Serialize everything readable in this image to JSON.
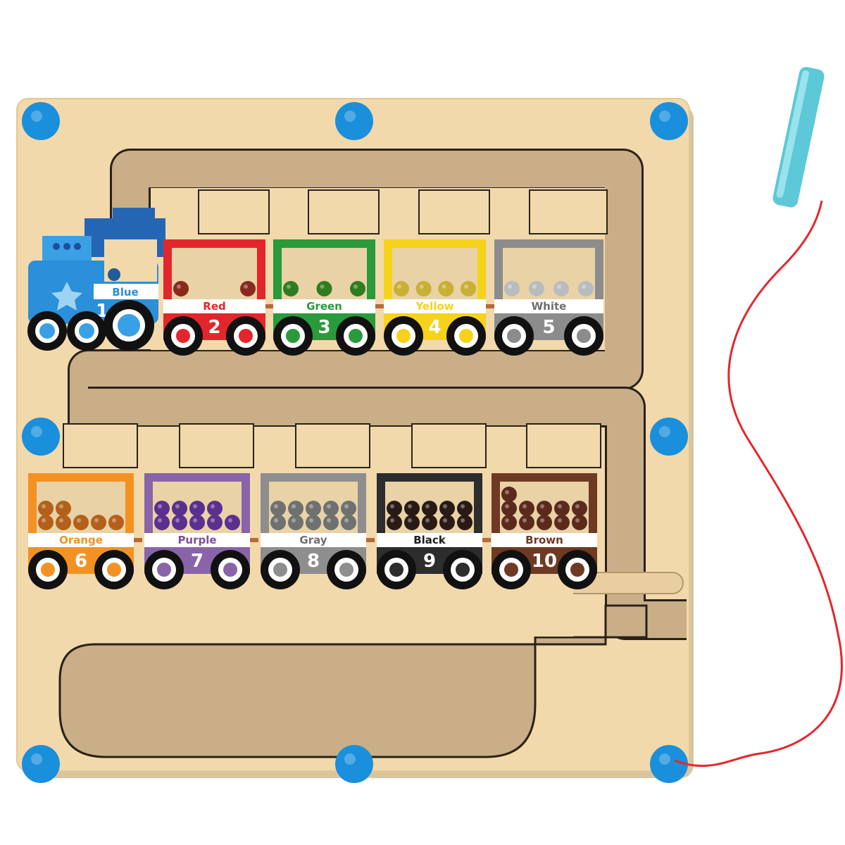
{
  "image": {
    "board_color": "#f2d9ab",
    "groove_color": "#c9ae88",
    "knob_color": "#1a8fdc",
    "pen_color": "#5cc8d8",
    "string_color": "#e4262c"
  },
  "locomotive": {
    "label": "Blue",
    "number": "1",
    "color": "#2b8fd9"
  },
  "cars": [
    {
      "label": "Red",
      "number": "2",
      "color": "#e3262b",
      "bead": "#8a2a1e",
      "beads": 2,
      "text_color": "#e3262b"
    },
    {
      "label": "Green",
      "number": "3",
      "color": "#2a9a3a",
      "bead": "#2f7d20",
      "beads": 3,
      "text_color": "#2a9a3a"
    },
    {
      "label": "Yellow",
      "number": "4",
      "color": "#f6d21a",
      "bead": "#c7b033",
      "beads": 4,
      "text_color": "#f6d21a"
    },
    {
      "label": "White",
      "number": "5",
      "color": "#8c8c8c",
      "bead": "#b9bcbe",
      "beads": 4,
      "text_color": "#6f6f6f"
    },
    {
      "label": "Orange",
      "number": "6",
      "color": "#f39223",
      "bead": "#b4601a",
      "beads": 7,
      "text_color": "#f39223"
    },
    {
      "label": "Purple",
      "number": "7",
      "color": "#8a64a8",
      "bead": "#5b2f8e",
      "beads": 9,
      "text_color": "#7d4f9c"
    },
    {
      "label": "Gray",
      "number": "8",
      "color": "#8e8e8e",
      "bead": "#6f7070",
      "beads": 10,
      "text_color": "#6f6f6f"
    },
    {
      "label": "Black",
      "number": "9",
      "color": "#2d2d2d",
      "bead": "#2a1a16",
      "beads": 10,
      "text_color": "#1e1e1e"
    },
    {
      "label": "Brown",
      "number": "10",
      "color": "#6e3a24",
      "bead": "#5b2a1c",
      "beads": 11,
      "text_color": "#6e3a24"
    }
  ]
}
